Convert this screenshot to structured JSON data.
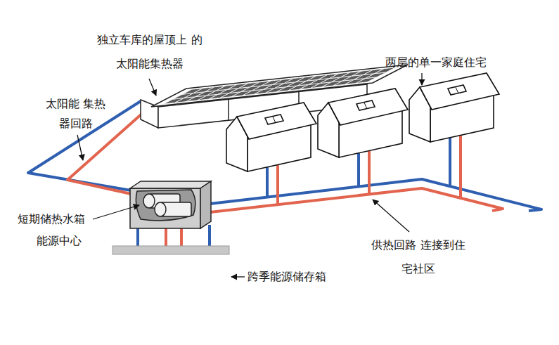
{
  "diagram": {
    "labels": [
      "独立车库的屋顶上 的太阳能集热器",
      "两层的单一家庭住宅",
      "太阳能 集热器回路",
      "短期储热水箱",
      "能源中心",
      "跨季能源储存箱",
      "供热回路 连接到住宅社区"
    ]
  }
}
